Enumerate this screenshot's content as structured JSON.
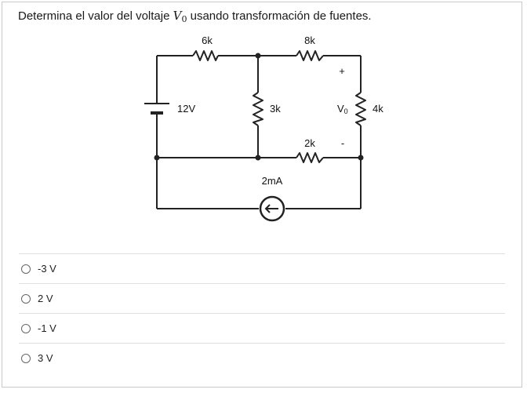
{
  "question": {
    "prefix": "Determina el valor del voltaje ",
    "var": "V",
    "sub": "0",
    "suffix": " usando transformación de fuentes."
  },
  "circuit": {
    "r_top_left": "6k",
    "r_top_right": "8k",
    "source_voltage": "12V",
    "r_middle": "3k",
    "r_bottom": "2k",
    "r_right": "4k",
    "v0_plus": "+",
    "v0_minus": "-",
    "v0_label": "V",
    "v0_sub": "0",
    "current_source": "2mA"
  },
  "options": [
    {
      "label": "-3 V"
    },
    {
      "label": "2 V"
    },
    {
      "label": "-1 V"
    },
    {
      "label": "3 V"
    }
  ]
}
